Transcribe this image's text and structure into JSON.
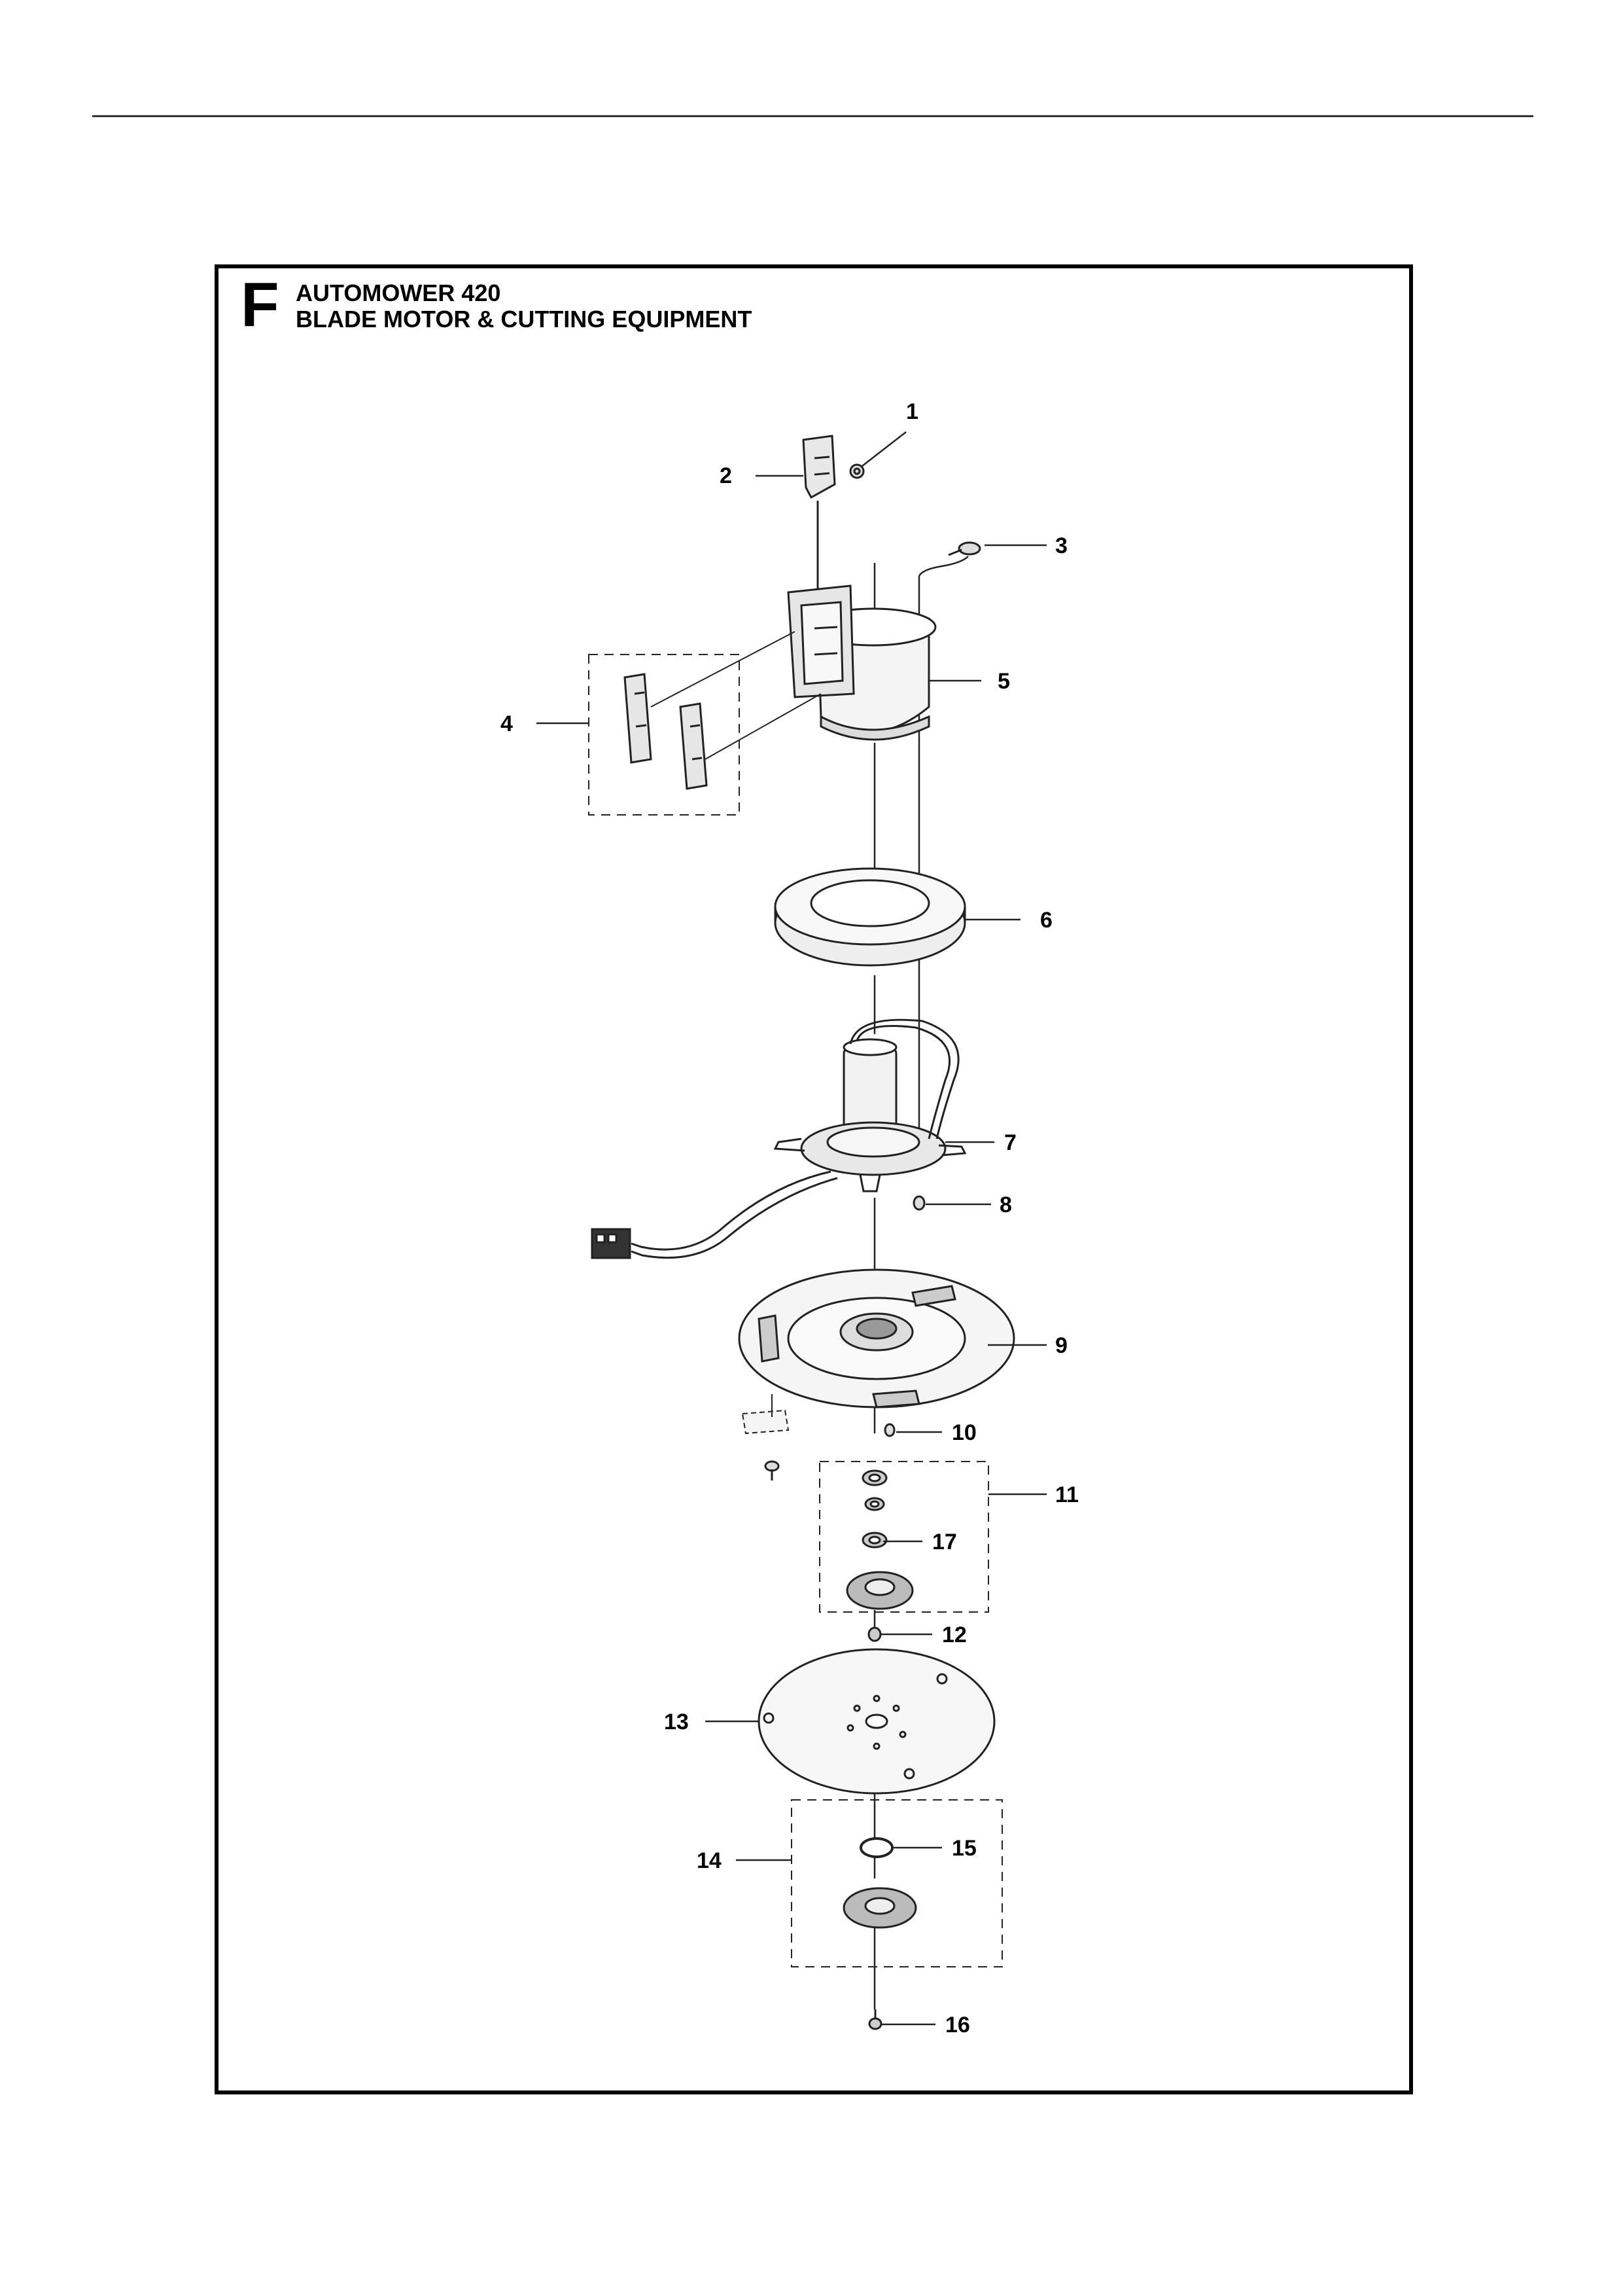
{
  "header": {
    "section_letter": "F",
    "model": "AUTOMOWER 420",
    "section_title": "BLADE MOTOR & CUTTING EQUIPMENT"
  },
  "callouts": {
    "c1": "1",
    "c2": "2",
    "c3": "3",
    "c4": "4",
    "c5": "5",
    "c6": "6",
    "c7": "7",
    "c8": "8",
    "c9": "9",
    "c10": "10",
    "c11": "11",
    "c12": "12",
    "c13": "13",
    "c14": "14",
    "c15": "15",
    "c16": "16",
    "c17": "17"
  }
}
